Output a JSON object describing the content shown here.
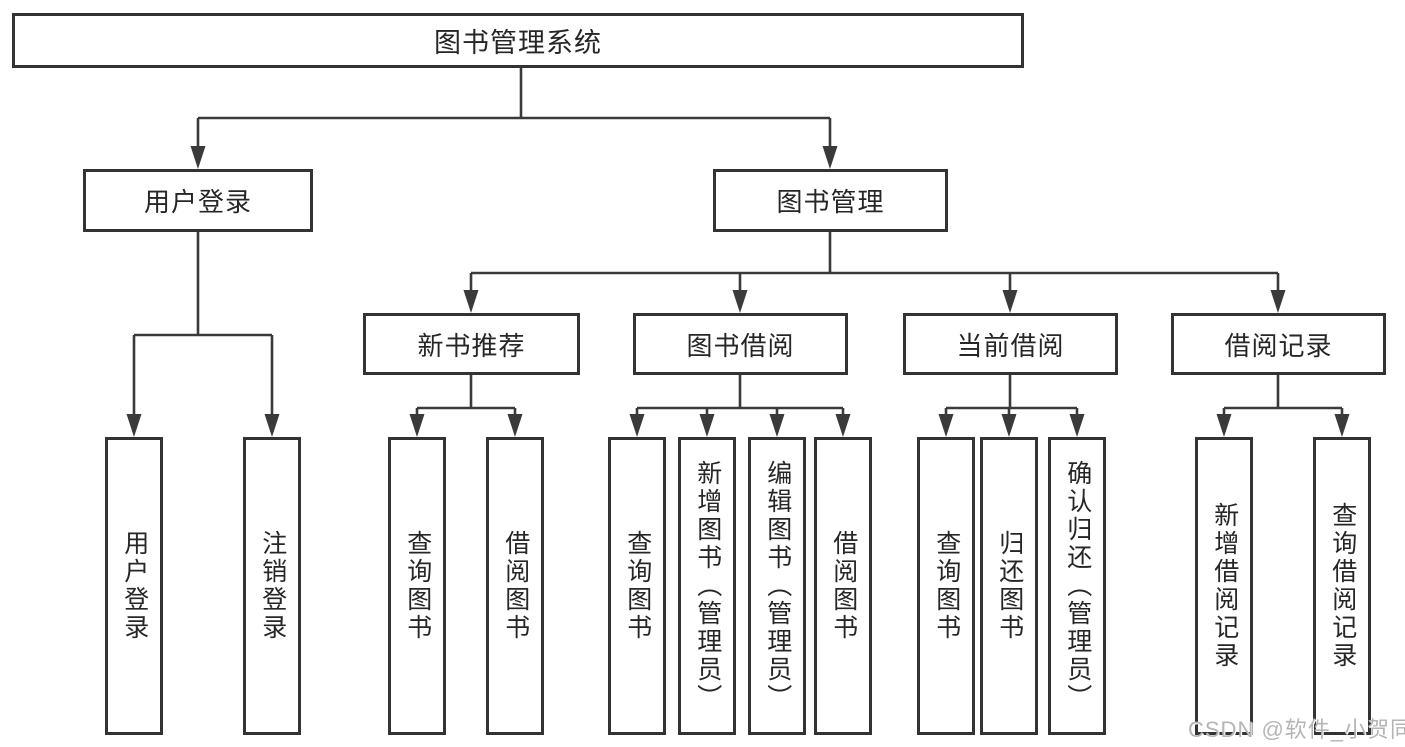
{
  "diagram_title": "图书管理系统",
  "nodes": {
    "root": {
      "label": "图书管理系统"
    },
    "user_login": {
      "label": "用户登录"
    },
    "book_mgmt": {
      "label": "图书管理"
    },
    "new_books": {
      "label": "新书推荐"
    },
    "book_borrow": {
      "label": "图书借阅"
    },
    "current_borrow": {
      "label": "当前借阅"
    },
    "borrow_records": {
      "label": "借阅记录"
    },
    "leaf_user_login": {
      "label": "用户登录"
    },
    "leaf_logout": {
      "label": "注销登录"
    },
    "nb_query_books": {
      "label": "查询图书"
    },
    "nb_borrow_books": {
      "label": "借阅图书"
    },
    "bb_query_books": {
      "label": "查询图书"
    },
    "bb_add_books": {
      "label": "新增图书（管理员）"
    },
    "bb_edit_books": {
      "label": "编辑图书（管理员）"
    },
    "bb_borrow_books": {
      "label": "借阅图书"
    },
    "cb_query_books": {
      "label": "查询图书"
    },
    "cb_return_books": {
      "label": "归还图书"
    },
    "cb_confirm_return": {
      "label": "确认归还（管理员）"
    },
    "br_add_record": {
      "label": "新增借阅记录"
    },
    "br_query_record": {
      "label": "查询借阅记录"
    }
  },
  "hierarchy": {
    "图书管理系统": [
      "用户登录",
      "图书管理"
    ],
    "用户登录": [
      "用户登录",
      "注销登录"
    ],
    "图书管理": [
      "新书推荐",
      "图书借阅",
      "当前借阅",
      "借阅记录"
    ],
    "新书推荐": [
      "查询图书",
      "借阅图书"
    ],
    "图书借阅": [
      "查询图书",
      "新增图书（管理员）",
      "编辑图书（管理员）",
      "借阅图书"
    ],
    "当前借阅": [
      "查询图书",
      "归还图书",
      "确认归还（管理员）"
    ],
    "借阅记录": [
      "新增借阅记录",
      "查询借阅记录"
    ]
  },
  "watermark": {
    "text": "CSDN @软件_小贺同学"
  },
  "colors": {
    "line": "#3a3a3a",
    "box_border": "#333333",
    "box_fill": "#ffffff",
    "text": "#262626",
    "watermark": "#b5b5b5",
    "background": "#ffffff"
  }
}
